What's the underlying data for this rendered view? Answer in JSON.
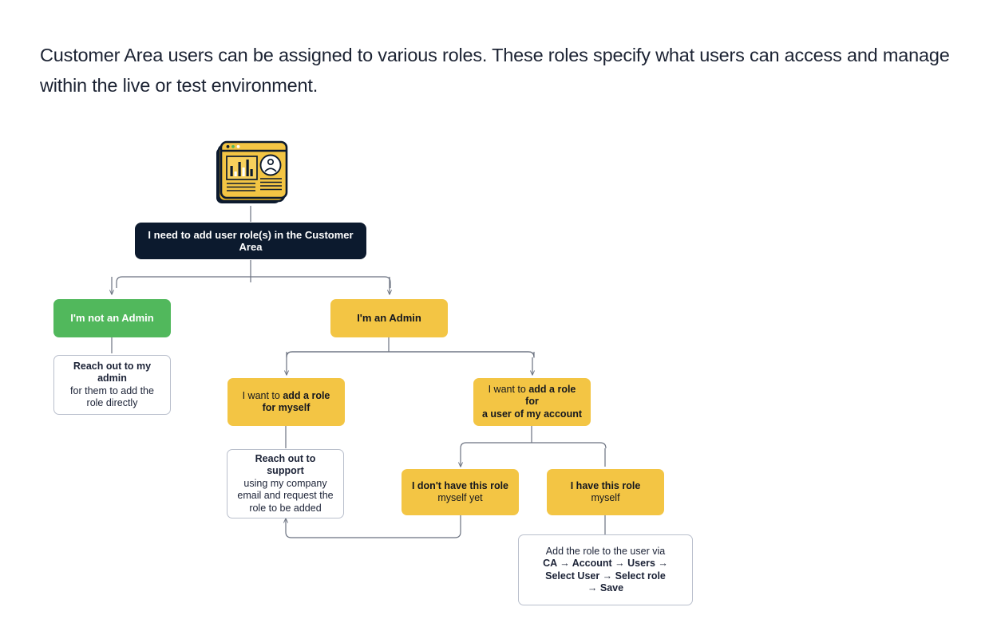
{
  "intro": {
    "text": "Customer Area users can be assigned to various roles. These roles specify what users can access and manage within the live or test environment."
  },
  "icon": {
    "name": "dashboard-window-icon",
    "description": "Yellow browser window with bar chart and user avatar"
  },
  "colors": {
    "dark_navy": "#0c1a2e",
    "green": "#51b85c",
    "yellow": "#f3c544",
    "white_border": "#b9bfcc",
    "connector": "#6b7280",
    "text": "#1b2236"
  },
  "flowchart": {
    "type": "decision-tree",
    "nodes": [
      {
        "id": "root",
        "style": "dark",
        "lines": [
          {
            "text": "I need to add user role(s) in the Customer Area",
            "bold": true
          }
        ]
      },
      {
        "id": "not-admin",
        "style": "green",
        "lines": [
          {
            "text": "I'm not an Admin",
            "bold": true
          }
        ]
      },
      {
        "id": "is-admin",
        "style": "yellow",
        "lines": [
          {
            "text": "I'm an Admin",
            "bold": true
          }
        ]
      },
      {
        "id": "reach-admin",
        "style": "white",
        "lines": [
          {
            "text": "Reach out to my admin",
            "bold": true
          },
          {
            "text": "for them to add the",
            "bold": false
          },
          {
            "text": "role directly",
            "bold": false
          }
        ]
      },
      {
        "id": "role-myself",
        "style": "yellow",
        "lines": [
          {
            "text": "I want to ",
            "bold": false,
            "inline": true
          },
          {
            "text": "add a role",
            "bold": true,
            "inline": true
          },
          {
            "text": "for myself",
            "bold": true
          }
        ]
      },
      {
        "id": "role-other-user",
        "style": "yellow",
        "lines": [
          {
            "text": "I want to ",
            "bold": false,
            "inline": true
          },
          {
            "text": "add a role for",
            "bold": true,
            "inline": true
          },
          {
            "text": "a user of my account",
            "bold": true
          }
        ]
      },
      {
        "id": "reach-support",
        "style": "white",
        "lines": [
          {
            "text": "Reach out to support",
            "bold": true
          },
          {
            "text": "using my company",
            "bold": false
          },
          {
            "text": "email and request the",
            "bold": false
          },
          {
            "text": "role to be added",
            "bold": false
          }
        ]
      },
      {
        "id": "no-role-yet",
        "style": "yellow",
        "lines": [
          {
            "text": "I don't have this role",
            "bold": true
          },
          {
            "text": "myself yet",
            "bold": false
          }
        ]
      },
      {
        "id": "have-role",
        "style": "yellow",
        "lines": [
          {
            "text": "I have this role",
            "bold": true
          },
          {
            "text": "myself",
            "bold": false
          }
        ]
      },
      {
        "id": "add-role-steps",
        "style": "white",
        "lines": [
          {
            "text": "Add the role to the user via",
            "bold": false
          },
          {
            "text": "CA → Account → Users →",
            "bold": true
          },
          {
            "text": "Select User → Select role",
            "bold": true
          },
          {
            "text": "→ Save",
            "bold": true
          }
        ]
      }
    ],
    "labels": {
      "root": "I need to add user role(s) in the Customer Area",
      "not_admin": "I'm not an Admin",
      "is_admin": "I'm an Admin",
      "reach_admin_l1": "Reach out to my admin",
      "reach_admin_l2": "for them to add the",
      "reach_admin_l3": "role directly",
      "role_myself_l1_plain": "I want to ",
      "role_myself_l1_bold": "add a role",
      "role_myself_l2": "for myself",
      "role_other_l1_plain": "I want to ",
      "role_other_l1_bold": "add a role for",
      "role_other_l2": "a user of my account",
      "reach_support_l1": "Reach out to support",
      "reach_support_l2": "using my company",
      "reach_support_l3": "email and request the",
      "reach_support_l4": "role to be added",
      "no_role_l1": "I don't have this role",
      "no_role_l2": "myself yet",
      "have_role_l1": "I have this role",
      "have_role_l2": "myself",
      "steps_l1": "Add the role to the user via",
      "steps_l2": "CA → Account → Users →",
      "steps_l3": "Select User → Select role",
      "steps_l4": "→ Save"
    }
  }
}
